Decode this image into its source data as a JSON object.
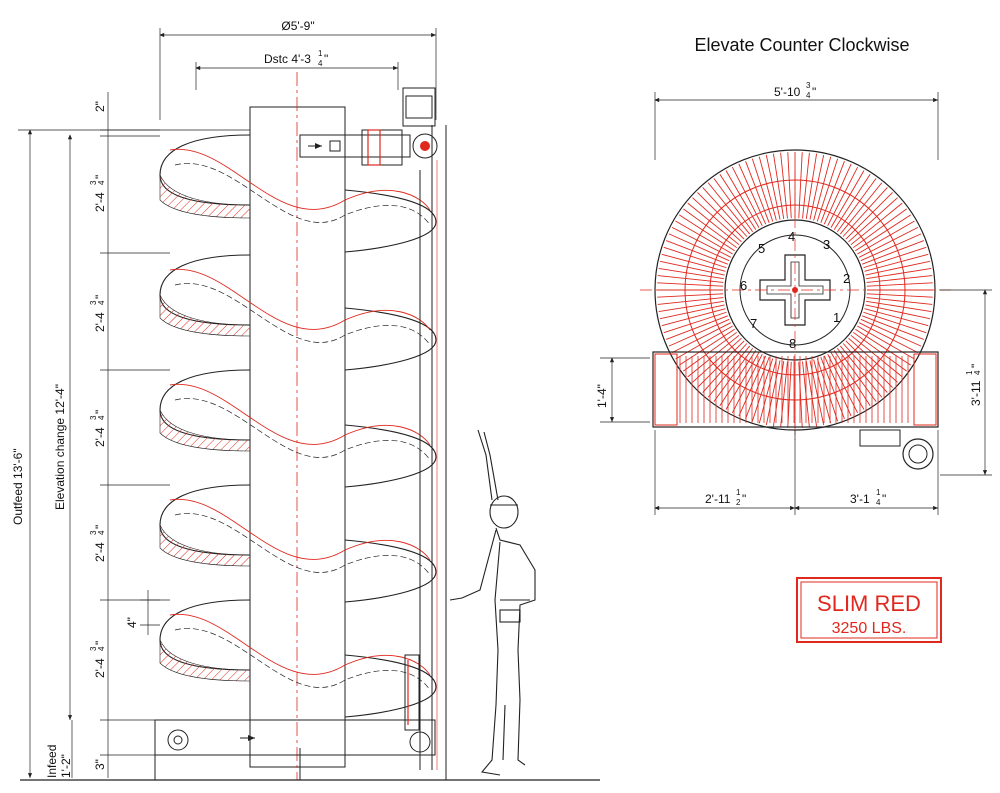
{
  "colors": {
    "accent": "#e0281e",
    "line": "#222222"
  },
  "side_view": {
    "diameter": "Ø5'-9\"",
    "dstc": "Dstc 4'-3",
    "dstc_frac_num": "1",
    "dstc_frac_den": "4",
    "dstc_suffix": "\"",
    "top_gap": "2\"",
    "pitch_whole": "2'-4",
    "pitch_num": "3",
    "pitch_den": "4",
    "pitch_suffix": "\"",
    "four_in": "4\"",
    "three_in": "3\"",
    "outfeed": "Outfeed 13'-6\"",
    "elevation_change": "Elevation change 12'-4\"",
    "infeed_label": "Infeed",
    "infeed_height": "1'-2\""
  },
  "top_view": {
    "title": "Elevate Counter Clockwise",
    "width_whole": "5'-10",
    "width_num": "3",
    "width_den": "4",
    "width_suffix": "\"",
    "height_whole": "3'-11",
    "height_num": "1",
    "height_den": "4",
    "height_suffix": "\"",
    "infeed_width": "1'-4\"",
    "left_whole": "2'-11",
    "left_num": "1",
    "left_den": "2",
    "left_suffix": "\"",
    "right_whole": "3'-1",
    "right_num": "1",
    "right_den": "4",
    "right_suffix": "\"",
    "column_numbers": [
      "4",
      "3",
      "5",
      "2",
      "6",
      "7",
      "1",
      "8"
    ]
  },
  "badge": {
    "name": "SLIM RED",
    "weight": "3250 LBS."
  }
}
